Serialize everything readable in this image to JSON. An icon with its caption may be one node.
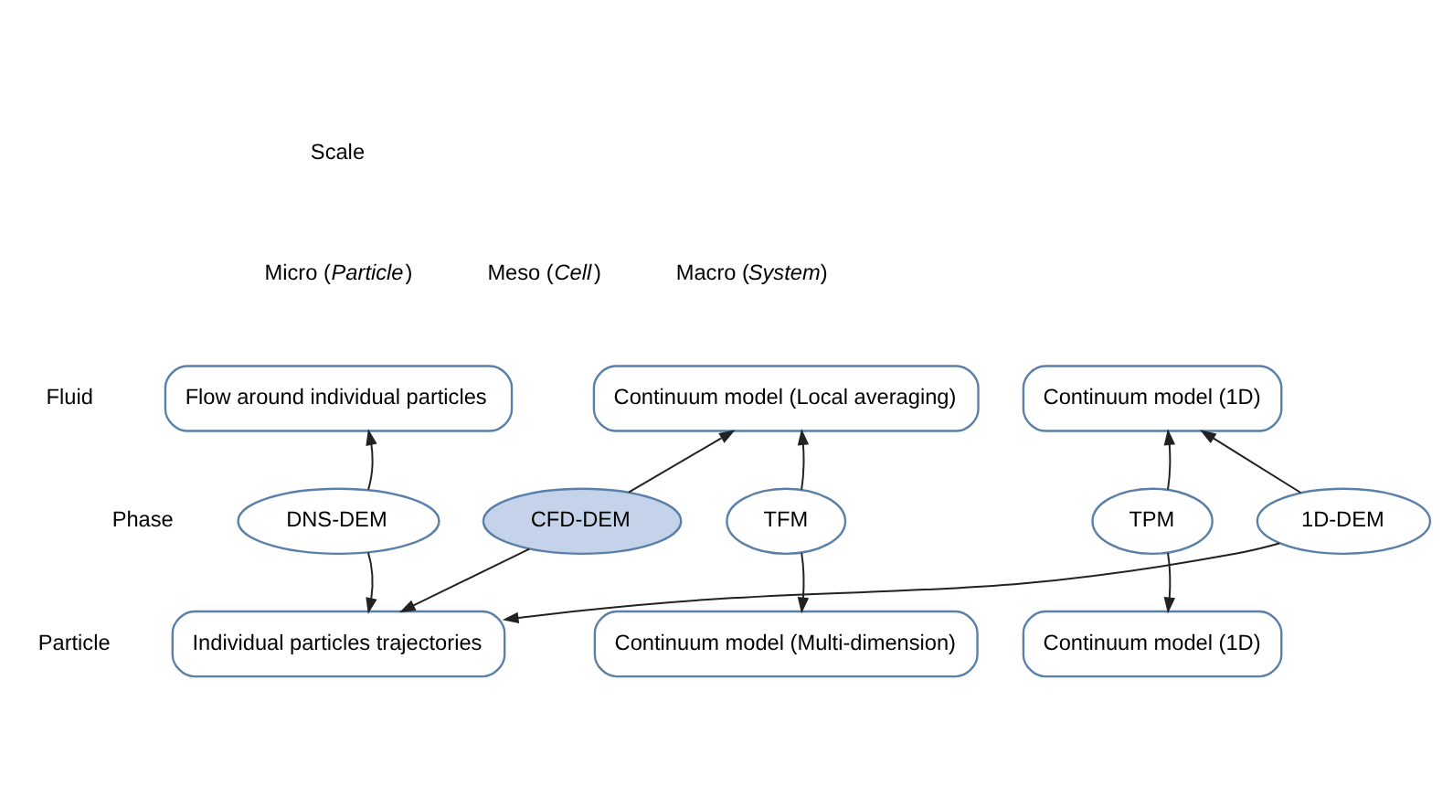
{
  "diagram": {
    "nodes": [
      {
        "text": [
          "Flow around individual particles"
        ]
      },
      {
        "text": [
          "Continuum model (Local averaging)"
        ]
      },
      {
        "text": [
          "Continuum model (1D)"
        ]
      },
      {
        "text": [
          "DNS-DEM"
        ]
      },
      {
        "text": [
          "CFD-DEM"
        ]
      },
      {
        "text": [
          "TFM"
        ]
      },
      {
        "text": [
          "TPM"
        ]
      },
      {
        "text": [
          "1D-DEM"
        ]
      },
      {
        "text": [
          "Individual particles trajectories"
        ]
      },
      {
        "text": [
          "Continuum model (Multi-dimension)"
        ]
      },
      {
        "text": [
          "Continuum model (1D)"
        ]
      }
    ],
    "edges": [
      {
        "from": 3,
        "to": 0,
        "arrow": "to"
      },
      {
        "from": 3,
        "to": 8,
        "arrow": "to"
      },
      {
        "from": 4,
        "to": 1,
        "arrow": "to"
      },
      {
        "from": 4,
        "to": 8,
        "arrow": "to"
      },
      {
        "from": 5,
        "to": 1,
        "arrow": "to"
      },
      {
        "from": 5,
        "to": 9,
        "arrow": "to"
      },
      {
        "from": 6,
        "to": 2,
        "arrow": "to"
      },
      {
        "from": 6,
        "to": 10,
        "arrow": "to"
      },
      {
        "from": 7,
        "to": 2,
        "arrow": "to"
      },
      {
        "from": 7,
        "to": 8,
        "arrow": "to"
      }
    ],
    "labels": [
      "Scale",
      "Micro (*Particle*)",
      "Meso (*Cell*)",
      "Macro (*System*)",
      "Phase",
      "Fluid",
      "Particle"
    ]
  }
}
